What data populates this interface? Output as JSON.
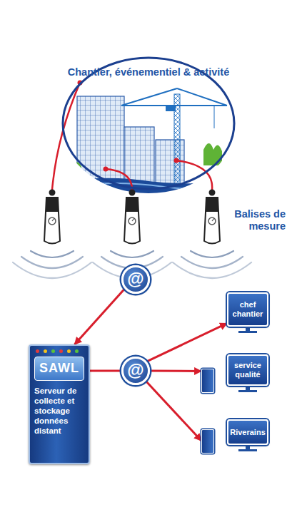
{
  "diagram": {
    "nodes": [
      {
        "text": [
          "Chantier, événementiel & activité"
        ]
      },
      {
        "text": [
          "@"
        ]
      },
      {
        "text": [
          "SAWL",
          "Serveur de collecte et stockage données distant"
        ]
      },
      {
        "text": [
          "@"
        ]
      },
      {
        "text": [
          "chef chantier"
        ]
      },
      {
        "text": [
          "service qualité"
        ]
      },
      {
        "text": [
          "Riverains"
        ]
      }
    ],
    "edges": [
      {
        "from": 1,
        "to": 2,
        "arrow": "to"
      },
      {
        "from": 2,
        "to": 3,
        "arrow": "none"
      },
      {
        "from": 3,
        "to": 4,
        "arrow": "to"
      },
      {
        "from": 3,
        "to": 5,
        "arrow": "to"
      },
      {
        "from": 3,
        "to": 6,
        "arrow": "to"
      }
    ],
    "labels": [
      "Balises de mesure"
    ]
  }
}
